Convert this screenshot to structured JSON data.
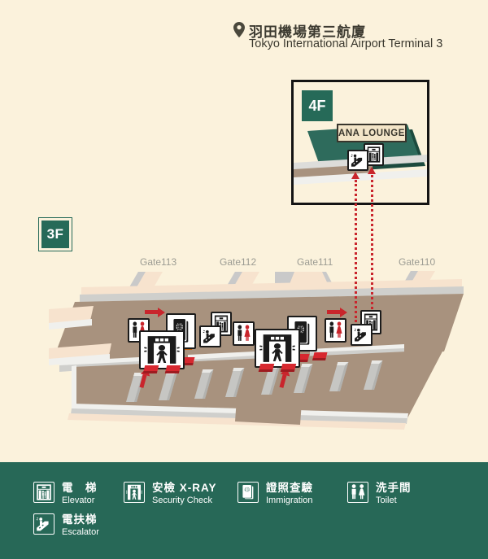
{
  "colors": {
    "background": "#FBF2DC",
    "green": "#276857",
    "green_square": "#266A58",
    "red": "#C9252C",
    "orange": "#E87A1E",
    "brown": "#A8927E",
    "peach": "#F7E3CE",
    "teal_lounge": "#2E6B5C"
  },
  "header": {
    "title_zh": "羽田機場第三航廈",
    "title_en": "Tokyo International Airport Terminal 3"
  },
  "inset_4f": {
    "floor_label": "4F",
    "lounge_label": "ANA LOUNGE"
  },
  "floor_3f": {
    "floor_label": "3F",
    "gates": [
      {
        "label": "Gate113"
      },
      {
        "label": "Gate112"
      },
      {
        "label": "Gate111"
      },
      {
        "label": "Gate110"
      }
    ]
  },
  "legend": {
    "items": [
      {
        "id": "elevator",
        "zh": "電　梯",
        "en": "Elevator"
      },
      {
        "id": "security",
        "zh": "安檢 X-RAY",
        "en": "Security Check"
      },
      {
        "id": "immigration",
        "zh": "證照查驗",
        "en": "Immigration"
      },
      {
        "id": "toilet",
        "zh": "洗手間",
        "en": "Toilet"
      },
      {
        "id": "escalator",
        "zh": "電扶梯",
        "en": "Escalator"
      }
    ]
  }
}
